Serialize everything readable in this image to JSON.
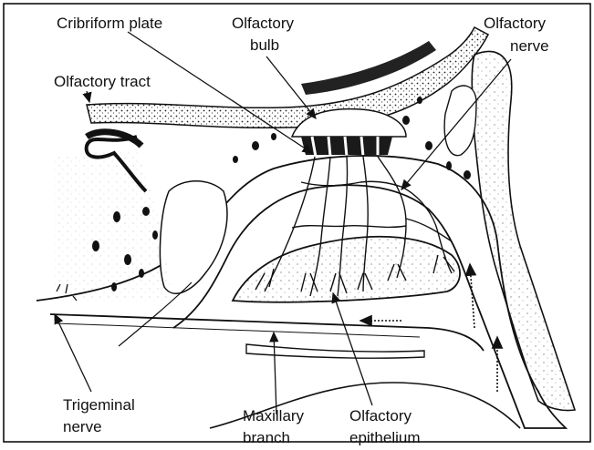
{
  "labels": {
    "cribriform_plate": "Cribriform plate",
    "olfactory_bulb": [
      "Olfactory",
      "bulb"
    ],
    "olfactory_nerve": [
      "Olfactory",
      "nerve"
    ],
    "olfactory_tract": "Olfactory tract",
    "trigeminal_nerve": [
      "Trigeminal",
      "nerve"
    ],
    "maxillary_branch": [
      "Maxillary",
      "branch"
    ],
    "olfactory_epithelium": [
      "Olfactory",
      "epithelium"
    ]
  },
  "colors": {
    "ink": "#111111",
    "background": "#ffffff",
    "frame": "#000000"
  }
}
